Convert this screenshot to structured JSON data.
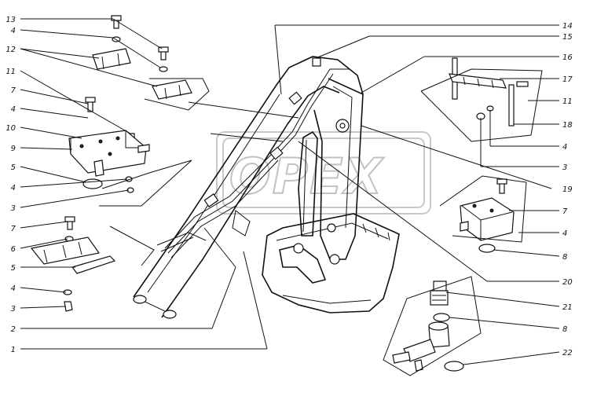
{
  "diagram": {
    "watermark_text": "OPEX",
    "callouts_left": [
      "13",
      "4",
      "12",
      "11",
      "7",
      "4",
      "10",
      "9",
      "5",
      "4",
      "3",
      "7",
      "6",
      "5",
      "4",
      "3",
      "2",
      "1"
    ],
    "callouts_right": [
      "14",
      "15",
      "16",
      "17",
      "11",
      "18",
      "4",
      "3",
      "19",
      "7",
      "4",
      "8",
      "20",
      "21",
      "8",
      "22"
    ]
  }
}
